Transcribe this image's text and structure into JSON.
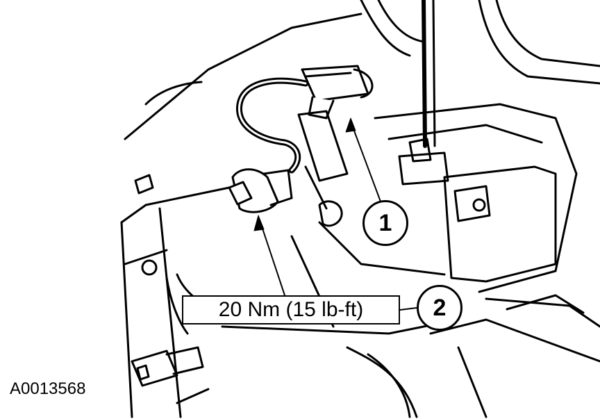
{
  "diagram": {
    "torque_spec": "20 Nm (15 lb-ft)",
    "callouts": [
      {
        "number": "1"
      },
      {
        "number": "2"
      }
    ],
    "figure_id": "A0013568",
    "colors": {
      "line": "#000000",
      "background": "#ffffff"
    }
  }
}
